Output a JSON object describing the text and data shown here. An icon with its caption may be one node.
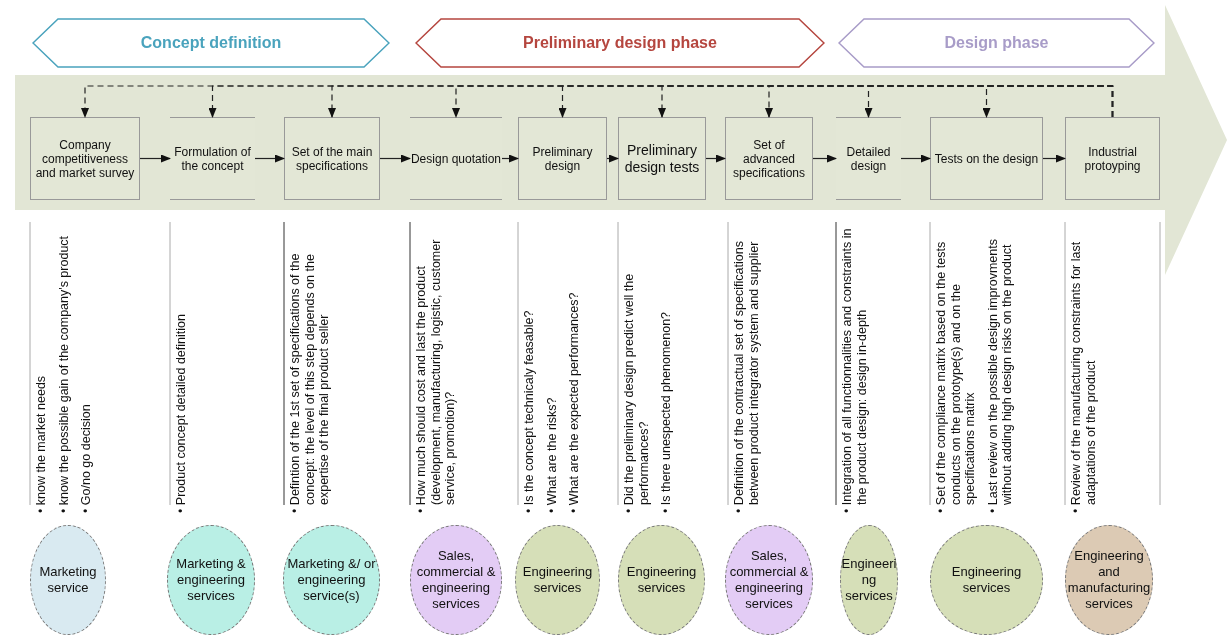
{
  "diagram": {
    "nodes": [
      {
        "text": [
          "Concept definition"
        ]
      },
      {
        "text": [
          "Preliminary design phase"
        ]
      },
      {
        "text": [
          "Design phase"
        ]
      },
      {
        "text": [],
        "shape": "arrow"
      },
      {
        "text": [
          "Company competitiveness and market survey"
        ],
        "in": 3
      },
      {
        "text": [
          "Formulation of the concept"
        ],
        "in": 3
      },
      {
        "text": [
          "Set of the main specifications"
        ],
        "in": 3
      },
      {
        "text": [
          "Design quotation"
        ],
        "in": 3
      },
      {
        "text": [
          "Preliminary design"
        ],
        "in": 3
      },
      {
        "text": [
          "Preliminary design tests"
        ],
        "in": 3
      },
      {
        "text": [
          "Set of advanced specifications"
        ],
        "in": 3
      },
      {
        "text": [
          "Detailed design"
        ],
        "in": 3
      },
      {
        "text": [
          "Tests on the design"
        ],
        "in": 3
      },
      {
        "text": [
          "Industrial protoyping"
        ],
        "in": 3
      },
      {
        "text": [
          "Marketing service"
        ]
      },
      {
        "text": [
          "Marketing & engineering services"
        ]
      },
      {
        "text": [
          "Marketing &/ or engineering service(s)"
        ]
      },
      {
        "text": [
          "Sales, commercial & engineering services"
        ]
      },
      {
        "text": [
          "Engineering services"
        ]
      },
      {
        "text": [
          "Engineering services"
        ]
      },
      {
        "text": [
          "Sales, commercial & engineering services"
        ]
      },
      {
        "text": [
          "Engineering services"
        ]
      },
      {
        "text": [
          "Engineering services"
        ]
      },
      {
        "text": [
          "Engineering and manufacturing services"
        ]
      }
    ],
    "edges": [
      {
        "from": 4,
        "to": 5,
        "arrow": "to"
      },
      {
        "from": 5,
        "to": 6,
        "arrow": "to"
      },
      {
        "from": 6,
        "to": 7,
        "arrow": "to"
      },
      {
        "from": 7,
        "to": 8,
        "arrow": "to"
      },
      {
        "from": 8,
        "to": 9,
        "arrow": "to"
      },
      {
        "from": 9,
        "to": 10,
        "arrow": "to"
      },
      {
        "from": 10,
        "to": 11,
        "arrow": "to"
      },
      {
        "from": 11,
        "to": 12,
        "arrow": "to"
      },
      {
        "from": 12,
        "to": 13,
        "arrow": "to"
      },
      {
        "from": 13,
        "to": 4,
        "arrow": "to",
        "style": "dashed"
      },
      {
        "from": 13,
        "to": 5,
        "arrow": "to",
        "style": "dashed"
      },
      {
        "from": 13,
        "to": 6,
        "arrow": "to",
        "style": "dashed"
      },
      {
        "from": 13,
        "to": 7,
        "arrow": "to",
        "style": "dashed"
      },
      {
        "from": 13,
        "to": 8,
        "arrow": "to",
        "style": "dashed"
      },
      {
        "from": 13,
        "to": 9,
        "arrow": "to",
        "style": "dashed"
      },
      {
        "from": 13,
        "to": 10,
        "arrow": "to",
        "style": "dashed"
      },
      {
        "from": 13,
        "to": 11,
        "arrow": "to",
        "style": "dashed"
      },
      {
        "from": 13,
        "to": 12,
        "arrow": "to",
        "style": "dashed"
      }
    ],
    "labels": [
      "• know the market needs",
      "• know the possible gain of the company's product",
      "• Go/no go decision",
      "• Product concept detailed definition",
      "• Defintion of the 1st set of specifications of the concept: the level of this step depends on the expertise of the final product seller",
      "• How much should cost and last the product (development, manufacturing, logistic, customer service, promotion)?",
      "• Is the concept technicaly feasable?",
      "• What are the risks?",
      "• What are the expected performances?",
      "• Did the preliminary design predict well the performances?",
      "• Is there unespected phenomenon?",
      "• Definition of the contractual set of specifications between product integrator system and supplier",
      "• Integration of all functionnalities and constraints in the product design: design in-depth",
      "• Set of the compliance matrix based on the tests conducts on the prototype(s) and on the specifications matrix",
      "• Last review on the possible design improvments without adding high design risks on the product",
      "• Review of the manufacturing constraints for last adaptations of the product"
    ]
  }
}
